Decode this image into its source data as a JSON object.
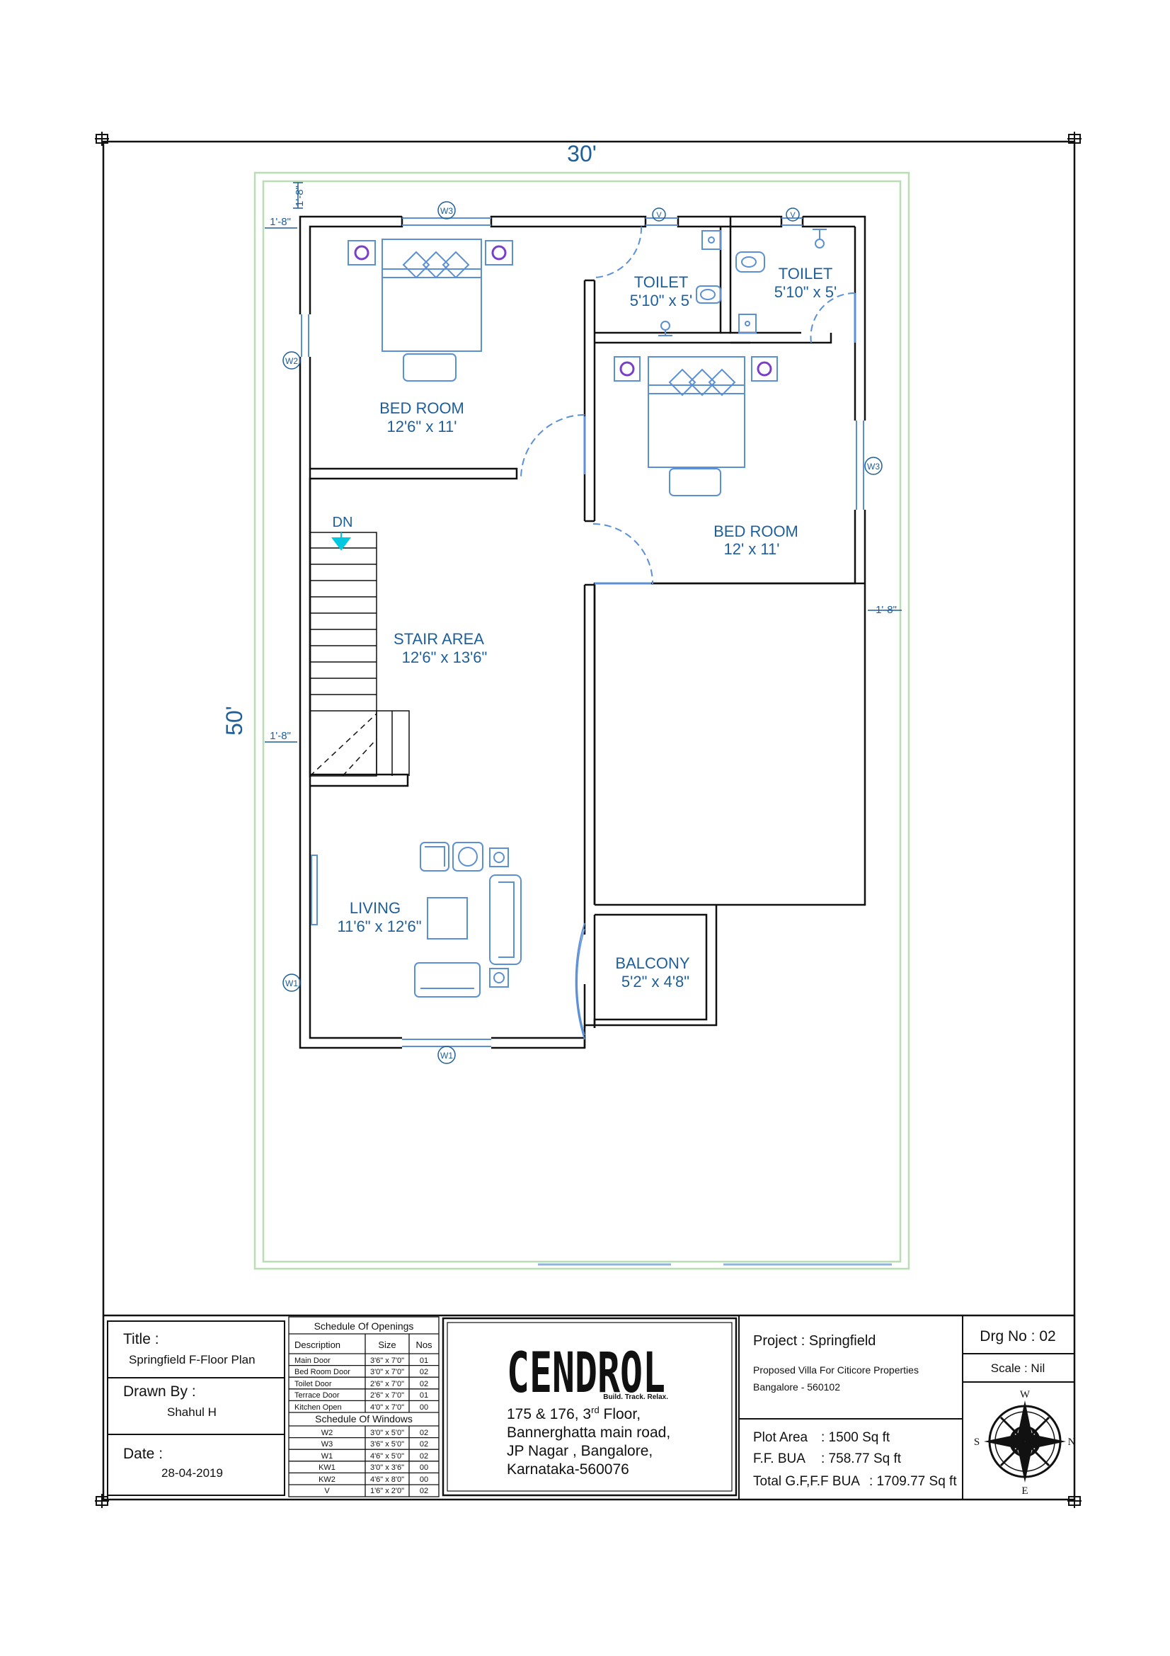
{
  "dimensions": {
    "width": "30'",
    "length": "50'",
    "setback_top_v": "1'-8\"",
    "setback_top_h": "1'-8\"",
    "setback_left_mid": "1'-8\"",
    "setback_right": "1'-8\""
  },
  "rooms": {
    "bed1": {
      "name": "BED ROOM",
      "size": "12'6\" x 11'"
    },
    "bed2": {
      "name": "BED ROOM",
      "size": "12' x 11'"
    },
    "toilet1": {
      "name": "TOILET",
      "size": "5'10\" x 5'"
    },
    "toilet2": {
      "name": "TOILET",
      "size": "5'10\" x 5'"
    },
    "stair": {
      "name": "STAIR AREA",
      "size": "12'6\" x 13'6\""
    },
    "living": {
      "name": "LIVING",
      "size": "11'6\" x 12'6\""
    },
    "balcony": {
      "name": "BALCONY",
      "size": "5'2\" x 4'8\""
    },
    "stair_dn": "DN"
  },
  "openings": {
    "w1_bottom": "W1",
    "w1_left": "W1",
    "w2_left": "W2",
    "w3_top": "W3",
    "w3_right": "W3",
    "v_toilet1": "V",
    "v_toilet2": "V"
  },
  "title_block": {
    "title_label": "Title :",
    "title_value": "Springfield F-Floor Plan",
    "drawn_label": "Drawn By :",
    "drawn_value": "Shahul H",
    "date_label": "Date :",
    "date_value": "28-04-2019",
    "schedule_openings_title": "Schedule Of Openings",
    "schedule_headers": [
      "Description",
      "Size",
      "Nos"
    ],
    "doors": [
      [
        "Main Door",
        "3'6\" x 7'0\"",
        "01"
      ],
      [
        "Bed Room Door",
        "3'0\" x 7'0\"",
        "02"
      ],
      [
        "Toilet Door",
        "2'6\" x 7'0\"",
        "02"
      ],
      [
        "Terrace Door",
        "2'6\" x 7'0\"",
        "01"
      ],
      [
        "Kitchen Open",
        "4'0\" x 7'0\"",
        "00"
      ]
    ],
    "schedule_windows_title": "Schedule Of Windows",
    "windows": [
      [
        "W2",
        "3'0\" x 5'0\"",
        "02"
      ],
      [
        "W3",
        "3'6\" x 5'0\"",
        "02"
      ],
      [
        "W1",
        "4'6\" x 5'0\"",
        "02"
      ],
      [
        "KW1",
        "3'0\" x 3'6\"",
        "00"
      ],
      [
        "KW2",
        "4'6\" x 8'0\"",
        "00"
      ],
      [
        "V",
        "1'6\" x 2'0\"",
        "02"
      ]
    ],
    "logo_text": "CENDROL",
    "logo_tagline": "Build. Track. Relax.",
    "address_line1_a": "175 & 176, 3",
    "address_line1_sup": "rd",
    "address_line1_b": " Floor,",
    "address_line2": "Bannerghatta main road,",
    "address_line3": "JP Nagar , Bangalore,",
    "address_line4": "Karnataka-560076",
    "project": "Project : Springfield",
    "project_desc1": "Proposed Villa For Citicore Properties",
    "project_desc2": "Bangalore - 560102",
    "plot_area_label": "Plot Area",
    "plot_area_value": ": 1500 Sq ft",
    "ff_bua_label": "F.F.  BUA",
    "ff_bua_value": ": 758.77 Sq ft",
    "total_bua_label": "Total G.F,F.F BUA",
    "total_bua_value": ": 1709.77 Sq ft",
    "drg_no": "Drg No : 02",
    "scale": "Scale : Nil",
    "compass": {
      "n": "N",
      "s": "S",
      "e": "E",
      "w": "W"
    }
  },
  "colors": {
    "wall": "#111111",
    "furniture": "#5b8fd6",
    "dimension": "#1f5f99",
    "setback": "#b9ddb4",
    "arrow": "#00c8e0",
    "lamp": "#7a3fc8"
  }
}
